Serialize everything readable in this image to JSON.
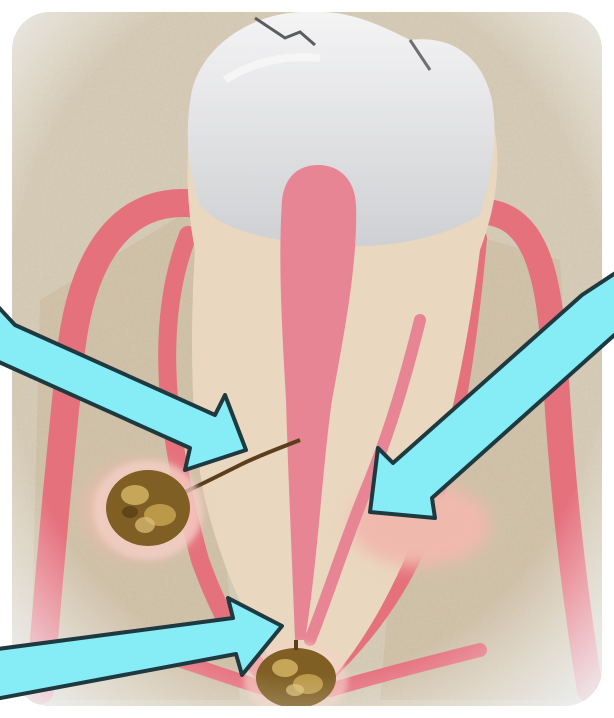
{
  "figure": {
    "subject": "tooth-cross-section-with-infection",
    "colors": {
      "background": "#d8cdb8",
      "enamel": "#e4e4e6",
      "dentin": "#ead7bf",
      "pulp": "#e88594",
      "gum": "#e5717d",
      "bone": "#d2c3aa",
      "abscess": "#8a6a2a",
      "inflammation": "#f0b9ad",
      "arrow_fill": "#86ecf5",
      "arrow_stroke": "#1e3a40"
    },
    "arrows": [
      {
        "id": "arrow-crack",
        "points_to": "crack-reaching-pulp"
      },
      {
        "id": "arrow-pulp-inflammation",
        "points_to": "inflamed-pulp-region"
      },
      {
        "id": "arrow-root-tip-abscess",
        "points_to": "abscess-at-root-tip"
      }
    ],
    "lesions": [
      {
        "id": "lateral-abscess",
        "location": "left-root-side"
      },
      {
        "id": "apical-abscess",
        "location": "root-apex"
      }
    ]
  }
}
